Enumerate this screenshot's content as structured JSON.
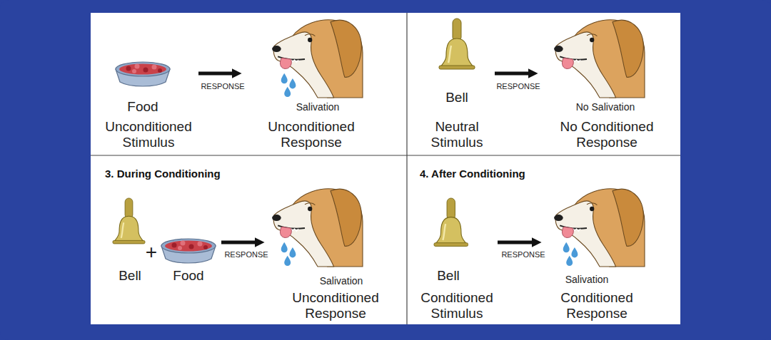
{
  "diagram": {
    "nodes": [
      {
        "text": [
          "Food",
          "Unconditioned Stimulus"
        ]
      },
      {
        "text": [
          "Salivation",
          "Unconditioned Response"
        ]
      },
      {
        "text": [
          "Bell",
          "Neutral Stimulus"
        ]
      },
      {
        "text": [
          "No Salivation",
          "No Conditioned Response"
        ]
      },
      {
        "text": [
          "Bell",
          "+",
          "Food"
        ]
      },
      {
        "text": [
          "Salivation",
          "Unconditioned Response"
        ]
      },
      {
        "text": [
          "Bell",
          "Conditioned Stimulus"
        ]
      },
      {
        "text": [
          "Salivation",
          "Conditioned Response"
        ]
      }
    ],
    "edges": [
      {
        "from": 0,
        "to": 1,
        "label": "RESPONSE",
        "arrow": "to"
      },
      {
        "from": 2,
        "to": 3,
        "label": "RESPONSE",
        "arrow": "to"
      },
      {
        "from": 4,
        "to": 5,
        "label": "RESPONSE",
        "arrow": "to"
      },
      {
        "from": 6,
        "to": 7,
        "label": "RESPONSE",
        "arrow": "to"
      }
    ],
    "labels": [
      "3. During Conditioning",
      "4. After Conditioning"
    ]
  }
}
